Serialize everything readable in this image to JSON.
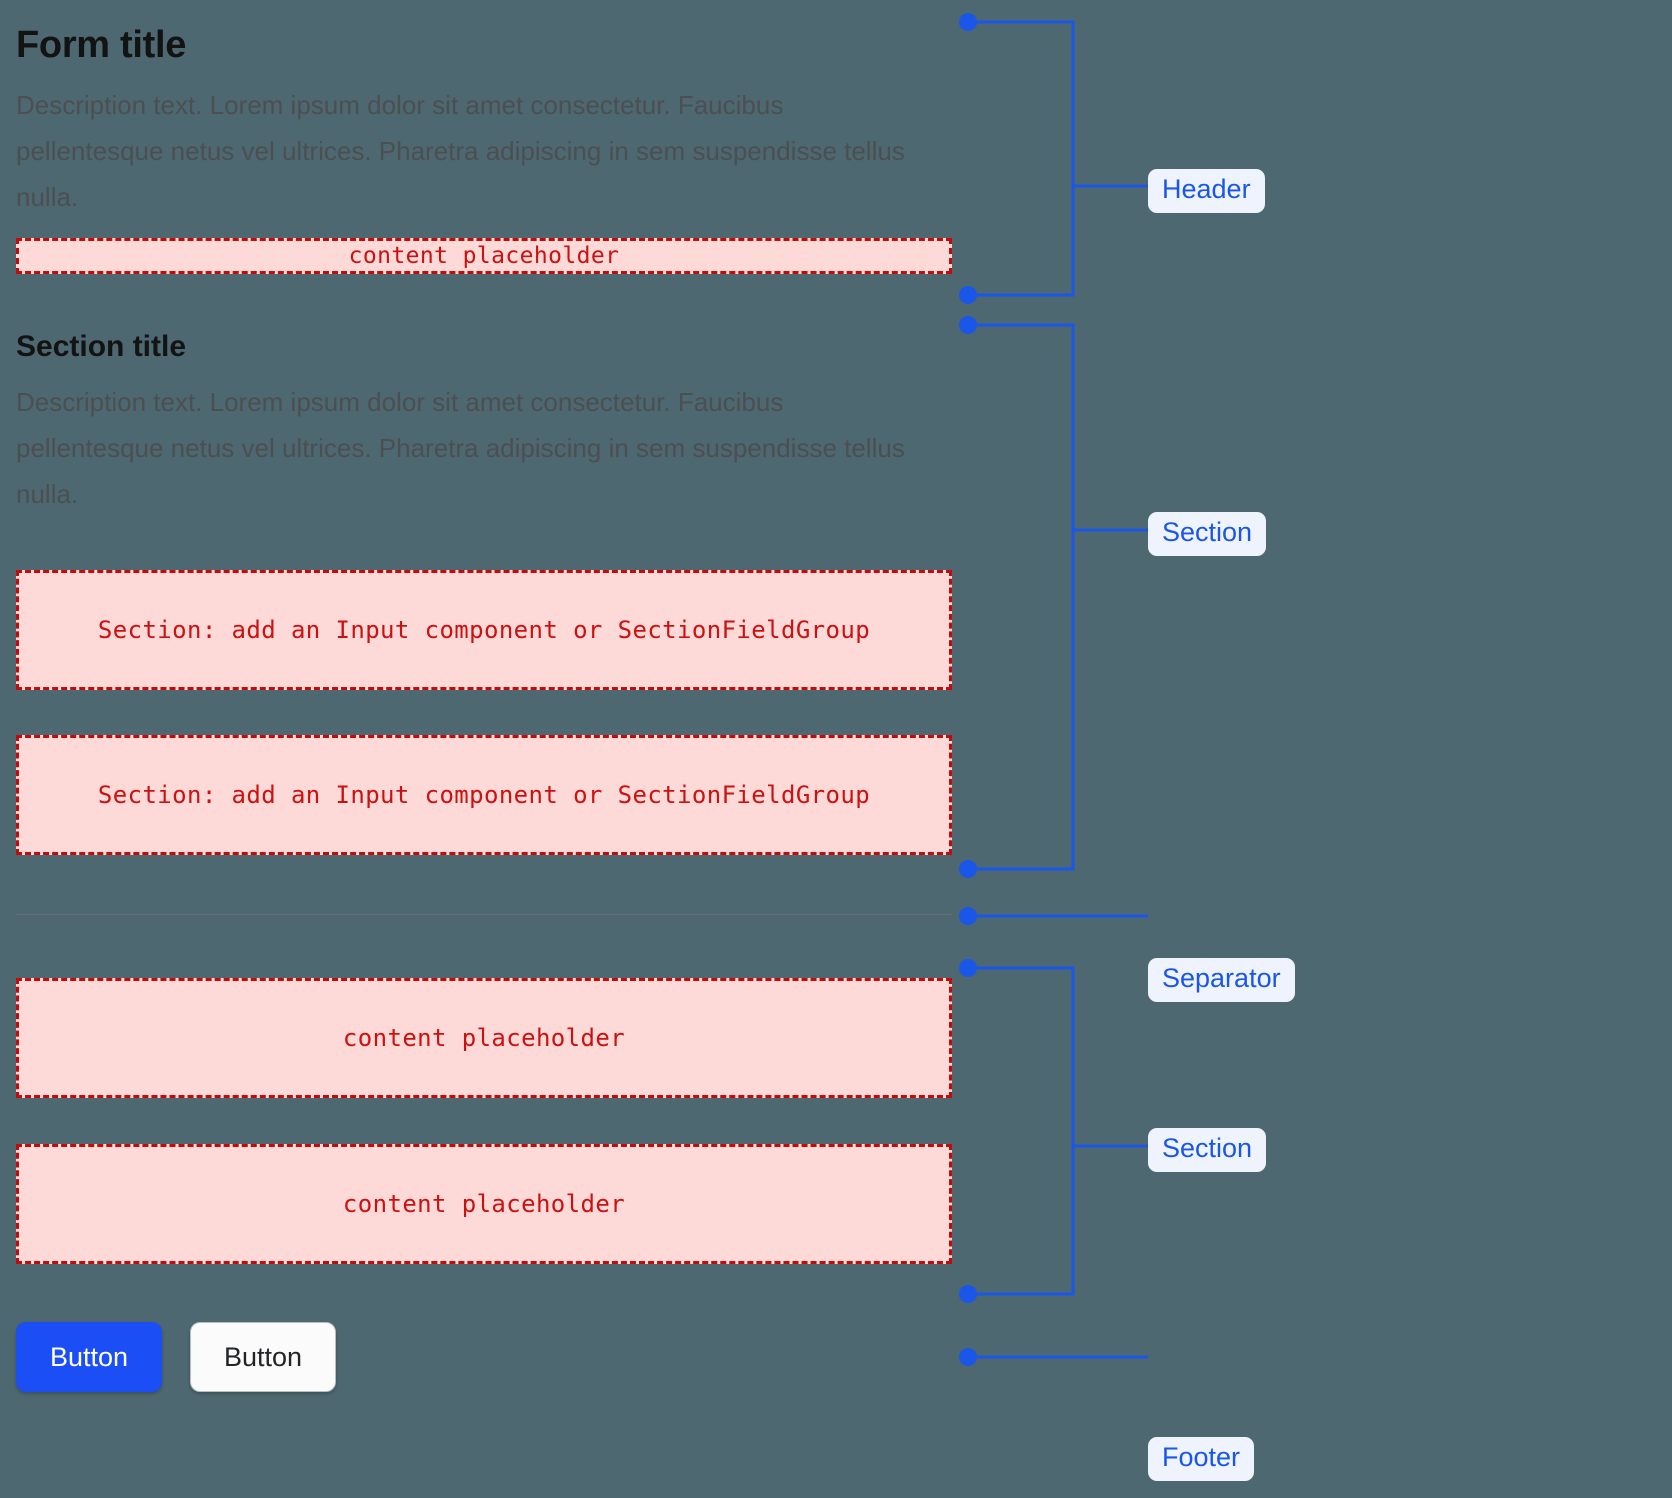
{
  "background_color": "#4d6870",
  "accent_color": "#1a56e8",
  "placeholder_color": "#cc1111",
  "placeholder_bg": "#fdd9d7",
  "header": {
    "title": "Form title",
    "description": "Description text. Lorem ipsum dolor sit amet consectetur. Faucibus pellentesque netus vel ultrices. Pharetra adipiscing in sem suspendisse tellus nulla.",
    "content_placeholder": "content placeholder"
  },
  "section": {
    "title": "Section title",
    "description": "Description text. Lorem ipsum dolor sit amet consectetur. Faucibus pellentesque netus vel ultrices. Pharetra adipiscing in sem suspendisse tellus nulla.",
    "field_placeholder_1": "Section: add an Input component or SectionFieldGroup",
    "field_placeholder_2": "Section: add an Input component or SectionFieldGroup"
  },
  "section_2": {
    "content_placeholder_1": "content placeholder",
    "content_placeholder_2": "content placeholder"
  },
  "footer": {
    "primary_button": "Button",
    "secondary_button": "Button"
  },
  "annotations": {
    "header": "Header",
    "section_1": "Section",
    "separator": "Separator",
    "section_2": "Section",
    "footer": "Footer"
  }
}
